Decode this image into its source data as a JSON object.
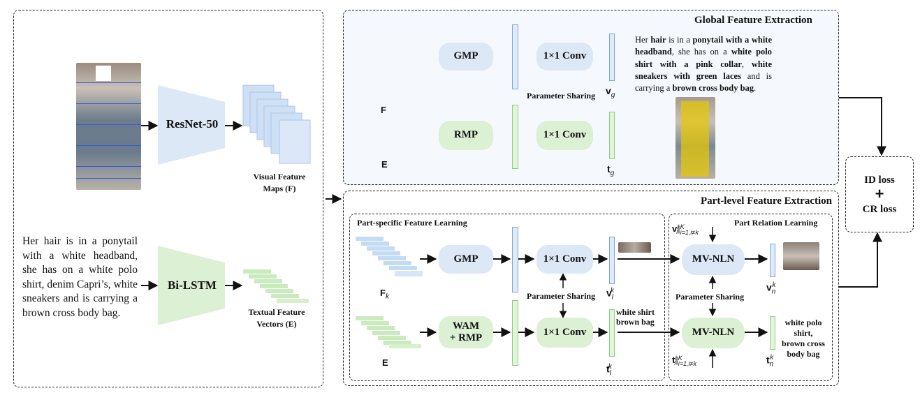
{
  "left": {
    "resnet_label": "ResNet-50",
    "visual_caption_line1": "Visual  Feature",
    "visual_caption_line2": "Maps (F)",
    "bilstm_label": "Bi-LSTM",
    "textual_caption_line1": "Textual Feature",
    "textual_caption_line2": "Vectors (E)",
    "description": "Her hair is in a ponytail with a white headband, she has on a white polo shirt, denim Capri’s, white sneakers and is carrying a brown cross body bag."
  },
  "global": {
    "title": "Global Feature Extraction",
    "gmp_label": "GMP",
    "rmp_label": "RMP",
    "conv_top_label": "1×1 Conv",
    "conv_bottom_label": "1×1 Conv",
    "param_sharing": "Parameter Sharing",
    "f_label": "F",
    "e_label": "E",
    "vg_label": "v",
    "vg_sub": "g",
    "tg_label": "t",
    "tg_sub": "g",
    "desc_parts": [
      {
        "t": "Her ",
        "b": false
      },
      {
        "t": "hair",
        "b": true
      },
      {
        "t": " is in a ",
        "b": false
      },
      {
        "t": "ponytail with a white headband",
        "b": true
      },
      {
        "t": ", she has on a ",
        "b": false
      },
      {
        "t": "white polo shirt with a pink collar",
        "b": true
      },
      {
        "t": ", ",
        "b": false
      },
      {
        "t": "white sneakers with green laces",
        "b": true
      },
      {
        "t": " and is carrying a ",
        "b": false
      },
      {
        "t": "brown cross body bag",
        "b": true
      },
      {
        "t": ".",
        "b": false
      }
    ]
  },
  "part": {
    "title": "Part-level Feature Extraction",
    "specific_title": "Part-specific Feature Learning",
    "relation_title": "Part Relation Learning",
    "gmp_label": "GMP",
    "wam_label_line1": "WAM",
    "wam_label_line2": "+ RMP",
    "conv_top_label": "1×1 Conv",
    "conv_bottom_label": "1×1 Conv",
    "param_sharing": "Parameter Sharing",
    "relation_param_sharing": "Parameter Sharing",
    "mvnln_top": "MV-NLN",
    "mvnln_bottom": "MV-NLN",
    "fk_label": "F",
    "fk_sub": "k",
    "e_label": "E",
    "vlk_label": "v",
    "vlk_sub": "l",
    "vlk_sup": "k",
    "tlk_label": "t",
    "tlk_sub": "l",
    "tlk_sup": "k",
    "vnk_label": "v",
    "vnk_sub": "n",
    "vnk_sup": "k",
    "tnk_label": "t",
    "tnk_sub": "n",
    "tnk_sup": "k",
    "vli_in": "v",
    "vli_in_sup": "i",
    "vli_in_sup2": "K",
    "vli_in_sub": "l",
    "vli_in_range": "i=1,i≠k",
    "tli_in": "t",
    "tli_in_sup": "i",
    "tli_in_sup2": "K",
    "tli_in_sub": "l",
    "tli_in_range": "i=1,i≠k",
    "text_mid_line1": "white shirt",
    "text_mid_line2": "brown bag",
    "text_out_line1": "white polo",
    "text_out_line2": "shirt,",
    "text_out_line3": "brown cross",
    "text_out_line4": "body bag"
  },
  "loss": {
    "id_loss": "ID loss",
    "plus": "+",
    "cr_loss": "CR loss"
  },
  "colors": {
    "visual_blue": "#dce8f6",
    "text_green": "#dcf0d4",
    "attention_yellow": "#e8c800"
  }
}
